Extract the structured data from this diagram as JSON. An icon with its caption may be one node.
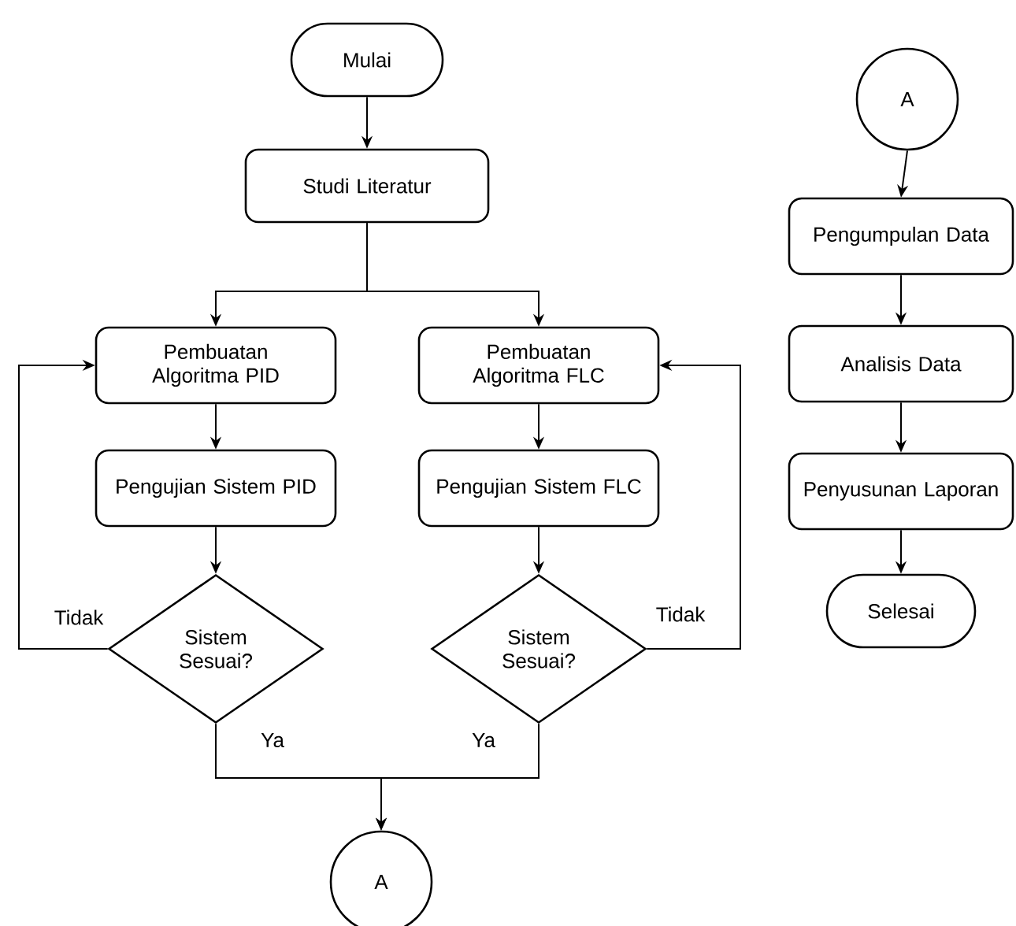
{
  "diagram": {
    "nodes": [
      {
        "text": [
          "Mulai"
        ]
      },
      {
        "text": [
          "Studi Literatur"
        ]
      },
      {
        "text": [
          "Pembuatan Algoritma PID"
        ]
      },
      {
        "text": [
          "Pembuatan Algoritma FLC"
        ]
      },
      {
        "text": [
          "Pengujian Sistem PID"
        ]
      },
      {
        "text": [
          "Pengujian Sistem FLC"
        ]
      },
      {
        "text": [
          "Sistem Sesuai?"
        ]
      },
      {
        "text": [
          "Sistem Sesuai?"
        ]
      },
      {
        "text": [
          "A"
        ]
      },
      {
        "text": [
          "A"
        ]
      },
      {
        "text": [
          "Pengumpulan Data"
        ]
      },
      {
        "text": [
          "Analisis Data"
        ]
      },
      {
        "text": [
          "Penyusunan Laporan"
        ]
      },
      {
        "text": [
          "Selesai"
        ]
      }
    ],
    "edges": [
      {
        "from": 0,
        "to": 1,
        "arrow": "to"
      },
      {
        "from": 1,
        "to": 2,
        "arrow": "to"
      },
      {
        "from": 1,
        "to": 3,
        "arrow": "to"
      },
      {
        "from": 2,
        "to": 4,
        "arrow": "to"
      },
      {
        "from": 3,
        "to": 5,
        "arrow": "to"
      },
      {
        "from": 4,
        "to": 6,
        "arrow": "to"
      },
      {
        "from": 5,
        "to": 7,
        "arrow": "to"
      },
      {
        "from": 6,
        "to": 2,
        "arrow": "to",
        "label": "Tidak"
      },
      {
        "from": 7,
        "to": 3,
        "arrow": "to",
        "label": "Tidak"
      },
      {
        "from": 6,
        "to": 8,
        "arrow": "to",
        "label": "Ya"
      },
      {
        "from": 7,
        "to": 8,
        "arrow": "to",
        "label": "Ya"
      },
      {
        "from": 9,
        "to": 10,
        "arrow": "to"
      },
      {
        "from": 10,
        "to": 11,
        "arrow": "to"
      },
      {
        "from": 11,
        "to": 12,
        "arrow": "to"
      },
      {
        "from": 12,
        "to": 13,
        "arrow": "to"
      }
    ]
  }
}
